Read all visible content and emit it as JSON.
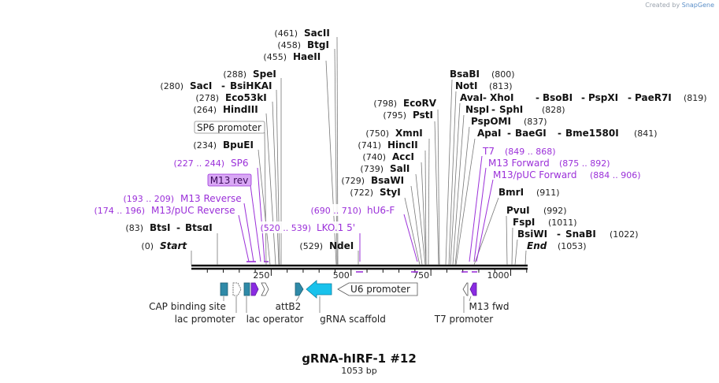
{
  "creator": {
    "prefix": "Created by",
    "brand": "SnapGene"
  },
  "map": {
    "title": "gRNA-hIRF-1 #12",
    "length_label": "1053 bp",
    "total_bp": 1053,
    "ticks": [
      {
        "bp": 250,
        "label": "250"
      },
      {
        "bp": 500,
        "label": "500"
      },
      {
        "bp": 750,
        "label": "750"
      },
      {
        "bp": 1000,
        "label": "1000"
      }
    ]
  },
  "sites_left": [
    {
      "bp": 461,
      "pos": "(461)",
      "names": [
        "SacII"
      ]
    },
    {
      "bp": 458,
      "pos": "(458)",
      "names": [
        "BtgI"
      ]
    },
    {
      "bp": 455,
      "pos": "(455)",
      "names": [
        "HaeII"
      ]
    },
    {
      "bp": 288,
      "pos": "(288)",
      "names": [
        "SpeI"
      ]
    },
    {
      "bp": 280,
      "pos": "(280)",
      "names": [
        "SacI",
        "BsiHKAI"
      ]
    },
    {
      "bp": 278,
      "pos": "(278)",
      "names": [
        "Eco53kI"
      ]
    },
    {
      "bp": 264,
      "pos": "(264)",
      "names": [
        "HindIII"
      ]
    },
    {
      "bp": 234,
      "pos": "(234)",
      "names": [
        "BpuEI"
      ]
    },
    {
      "bp": 83,
      "pos": "(83)",
      "names": [
        "BtsI",
        "BtsαI"
      ]
    },
    {
      "bp": 0,
      "pos": "(0)",
      "names": [
        "Start"
      ],
      "italic": true
    },
    {
      "bp": 529,
      "pos": "(529)",
      "names": [
        "NdeI"
      ]
    }
  ],
  "sites_right": [
    {
      "bp": 800,
      "pos": "(800)",
      "names": [
        "BsaBI"
      ]
    },
    {
      "bp": 813,
      "pos": "(813)",
      "names": [
        "NotI"
      ]
    },
    {
      "bp": 819,
      "pos": "(819)",
      "names": [
        "AvaI",
        "XhoI",
        "BsoBI",
        "PspXI",
        "PaeR7I"
      ]
    },
    {
      "bp": 828,
      "pos": "(828)",
      "names": [
        "NspI",
        "SphI"
      ]
    },
    {
      "bp": 837,
      "pos": "(837)",
      "names": [
        "PspOMI"
      ]
    },
    {
      "bp": 841,
      "pos": "(841)",
      "names": [
        "ApaI",
        "BaeGI",
        "Bme1580I"
      ]
    },
    {
      "bp": 911,
      "pos": "(911)",
      "names": [
        "BmrI"
      ]
    },
    {
      "bp": 992,
      "pos": "(992)",
      "names": [
        "PvuI"
      ]
    },
    {
      "bp": 1011,
      "pos": "(1011)",
      "names": [
        "FspI"
      ]
    },
    {
      "bp": 1022,
      "pos": "(1022)",
      "names": [
        "BsiWI",
        "SnaBI"
      ]
    },
    {
      "bp": 1053,
      "pos": "(1053)",
      "names": [
        "End"
      ],
      "italic": true
    },
    {
      "bp": 798,
      "pos": "(798)",
      "names": [
        "EcoRV"
      ]
    },
    {
      "bp": 795,
      "pos": "(795)",
      "names": [
        "PstI"
      ]
    },
    {
      "bp": 750,
      "pos": "(750)",
      "names": [
        "XmnI"
      ]
    },
    {
      "bp": 741,
      "pos": "(741)",
      "names": [
        "HincII"
      ]
    },
    {
      "bp": 740,
      "pos": "(740)",
      "names": [
        "AccI"
      ]
    },
    {
      "bp": 739,
      "pos": "(739)",
      "names": [
        "SalI"
      ]
    },
    {
      "bp": 729,
      "pos": "(729)",
      "names": [
        "BsaWI"
      ]
    },
    {
      "bp": 722,
      "pos": "(722)",
      "names": [
        "StyI"
      ]
    }
  ],
  "primers": [
    {
      "name": "SP6",
      "range": "(227 .. 244)"
    },
    {
      "name": "M13 rev",
      "range": "",
      "highlight": true
    },
    {
      "name": "M13 Reverse",
      "range": "(193 .. 209)"
    },
    {
      "name": "M13/pUC Reverse",
      "range": "(174 .. 196)"
    },
    {
      "name": "LKO.1 5'",
      "range": "(520 .. 539)"
    },
    {
      "name": "hU6-F",
      "range": "(690 .. 710)"
    },
    {
      "name": "T7",
      "range": "(849 .. 868)"
    },
    {
      "name": "M13 Forward",
      "range": "(875 .. 892)"
    },
    {
      "name": "M13/pUC Forward",
      "range": "(884 .. 906)"
    }
  ],
  "boxed_labels": [
    {
      "name": "SP6 promoter"
    }
  ],
  "features": [
    {
      "name": "CAP binding site"
    },
    {
      "name": "lac promoter"
    },
    {
      "name": "lac operator"
    },
    {
      "name": "attB2"
    },
    {
      "name": "gRNA scaffold"
    },
    {
      "name": "U6 promoter"
    },
    {
      "name": "T7 promoter"
    },
    {
      "name": "M13 fwd"
    }
  ],
  "colors": {
    "primer": "#9b30d9",
    "primer_box": "#d9a8f5",
    "feature_teal": "#2f8aa8",
    "feature_cyan": "#18c2ec",
    "feature_purple": "#8a2be2",
    "line": "#555555"
  }
}
